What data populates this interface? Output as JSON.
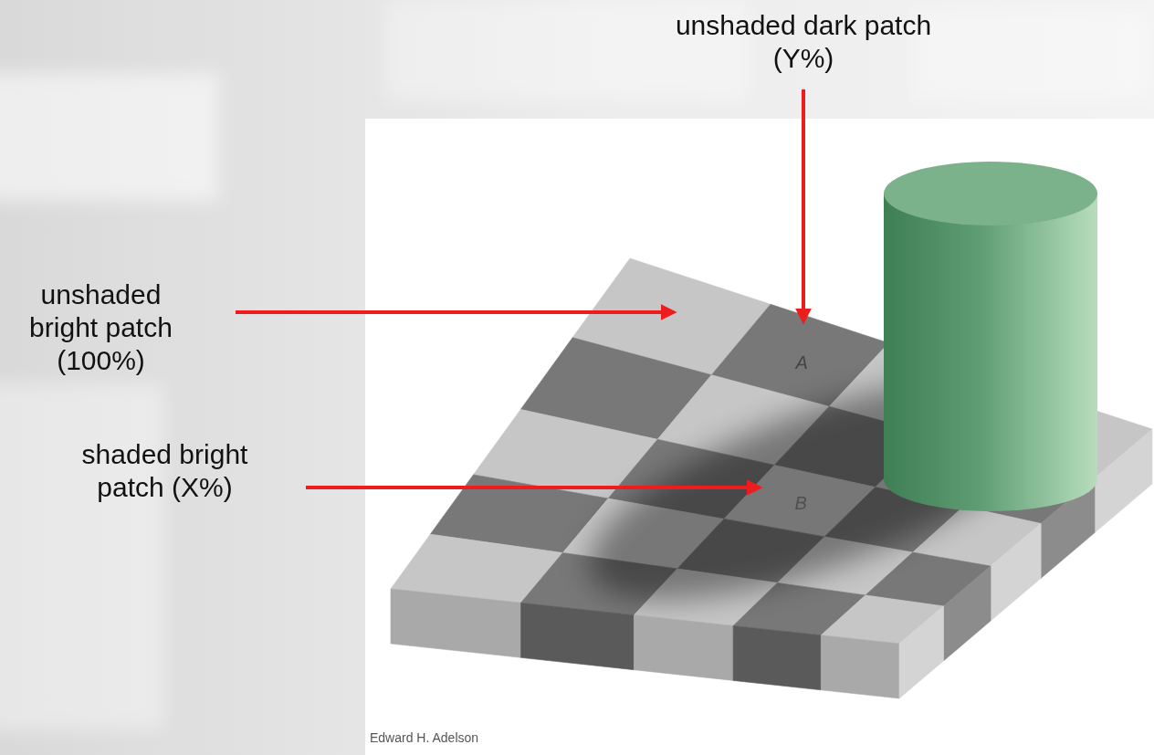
{
  "diagram": {
    "labels": [
      "unshaded dark patch (Y%)",
      "unshaded bright patch (100%)",
      "A",
      "shaded bright patch (X%)",
      "B",
      "Edward H. Adelson"
    ]
  }
}
